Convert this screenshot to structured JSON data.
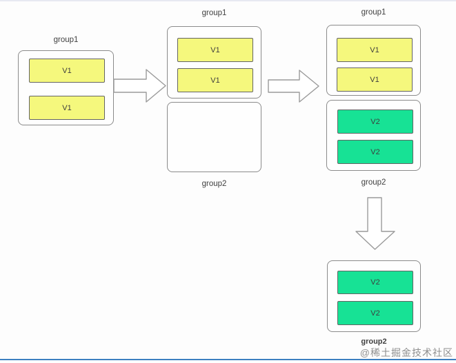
{
  "diagram": {
    "flow_arrows": [
      "right",
      "right",
      "down"
    ],
    "stage1": {
      "group1": {
        "label": "group1",
        "nodes": [
          "V1",
          "V1"
        ]
      }
    },
    "stage2": {
      "group1": {
        "label": "group1",
        "nodes": [
          "V1",
          "V1"
        ]
      },
      "group2": {
        "label": "group2",
        "nodes": []
      }
    },
    "stage3": {
      "group1": {
        "label": "group1",
        "nodes": [
          "V1",
          "V1"
        ]
      },
      "group2": {
        "label": "group2",
        "nodes": [
          "V2",
          "V2"
        ]
      }
    },
    "stage4": {
      "group2": {
        "label": "group2",
        "nodes": [
          "V2",
          "V2"
        ]
      }
    }
  },
  "colors": {
    "v1_fill": "#f5f87d",
    "v2_fill": "#17e295",
    "bottom_line": "#3c7fc0"
  },
  "watermark": "@稀土掘金技术社区"
}
